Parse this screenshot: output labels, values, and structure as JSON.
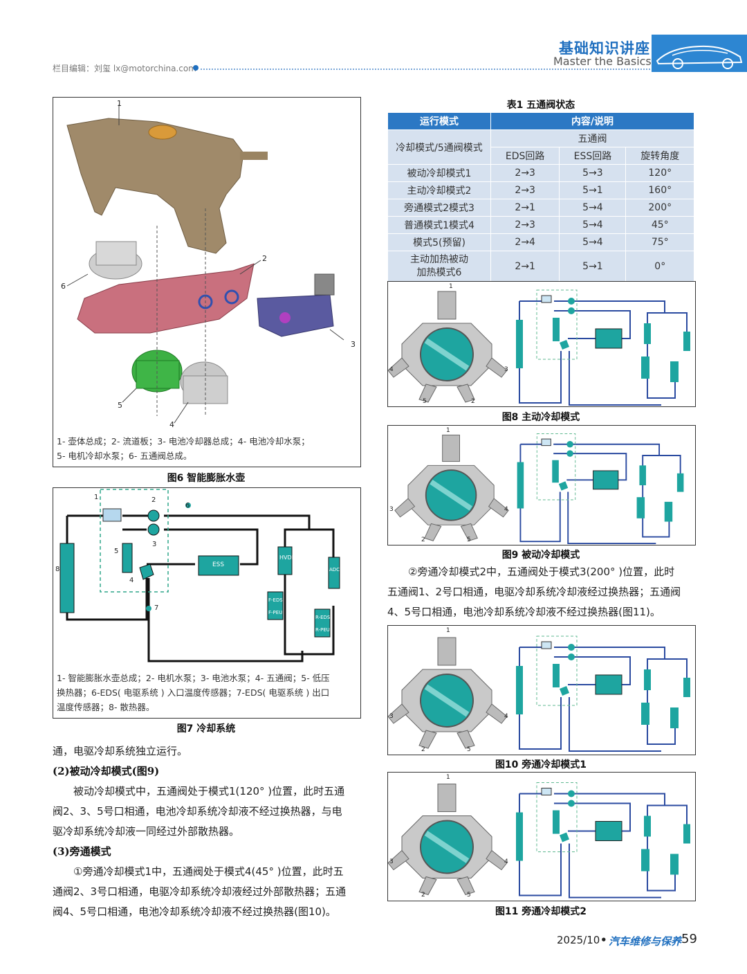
{
  "header": {
    "editor": "栏目编辑：刘玺  lx@motorchina.com",
    "column_cn": "基础知识讲座",
    "column_en": "Master the Basics"
  },
  "fig6": {
    "labels": [
      "1",
      "2",
      "3",
      "4",
      "5",
      "6"
    ],
    "note_line1": "1- 壶体总成；2- 流道板；3- 电池冷却器总成；4- 电池冷却水泵；",
    "note_line2": "5- 电机冷却水泵；6- 五通阀总成。",
    "caption": "图6 智能膨胀水壶"
  },
  "fig7": {
    "labels": [
      "1",
      "2",
      "3",
      "4",
      "5",
      "6",
      "7",
      "8"
    ],
    "ess": "ESS",
    "hvdi": "HVDI",
    "adc": "ADC",
    "feds": "F-EDS",
    "fpeu": "F-PEU",
    "reds": "R-EDS",
    "rpeu": "R-PEU",
    "note_line1": "1- 智能膨胀水壶总成；2- 电机水泵；3- 电池水泵；4- 五通阀；5- 低压",
    "note_line2": "换热器；6-EDS( 电驱系统 ) 入口温度传感器；7-EDS( 电驱系统 ) 出口",
    "note_line3": "温度传感器；8- 散热器。",
    "caption": "图7 冷却系统"
  },
  "left_text": {
    "p1": "通，电驱冷却系统独立运行。",
    "h2": "(2)被动冷却模式(图9)",
    "p2_l1": "被动冷却模式中，五通阀处于模式1(120° )位置，此时五通",
    "p2_l2": "阀2、3、5号口相通，电池冷却系统冷却液不经过换热器，与电",
    "p2_l3": "驱冷却系统冷却液一同经过外部散热器。",
    "h3": "(3)旁通模式",
    "p3_l1": "①旁通冷却模式1中，五通阀处于模式4(45° )位置，此时五",
    "p3_l2": "通阀2、3号口相通，电驱冷却系统冷却液经过外部散热器；五通",
    "p3_l3": "阀4、5号口相通，电池冷却系统冷却液不经过换热器(图10)。"
  },
  "table": {
    "title": "表1 五通阀状态",
    "h_mode": "运行模式",
    "h_content": "内容/说明",
    "sub_mode": "冷却模式/5通阀模式",
    "sub_valve": "五通阀",
    "col_eds": "EDS回路",
    "col_ess": "ESS回路",
    "col_angle": "旋转角度",
    "rows": [
      {
        "mode": "被动冷却模式1",
        "eds": "2→3",
        "ess": "5→3",
        "angle": "120°"
      },
      {
        "mode": "主动冷却模式2",
        "eds": "2→3",
        "ess": "5→1",
        "angle": "160°"
      },
      {
        "mode": "旁通模式2模式3",
        "eds": "2→1",
        "ess": "5→4",
        "angle": "200°"
      },
      {
        "mode": "普通模式1模式4",
        "eds": "2→3",
        "ess": "5→4",
        "angle": "45°"
      },
      {
        "mode": "模式5(预留)",
        "eds": "2→4",
        "ess": "5→4",
        "angle": "75°"
      },
      {
        "mode": "主动加热被动",
        "mode2": "加热模式6",
        "eds": "2→1",
        "ess": "5→1",
        "angle": "0°"
      }
    ]
  },
  "fig8": {
    "caption": "图8 主动冷却模式",
    "labels": [
      "1",
      "2",
      "3",
      "4",
      "5"
    ]
  },
  "fig9": {
    "caption": "图9 被动冷却模式",
    "labels": [
      "1",
      "2",
      "3",
      "4",
      "5"
    ]
  },
  "right_text": {
    "p_l1": "②旁通冷却模式2中，五通阀处于模式3(200° )位置，此时",
    "p_l2": "五通阀1、2号口相通，电驱冷却系统冷却液经过换热器；五通阀",
    "p_l3": "4、5号口相通，电池冷却系统冷却液不经过换热器(图11)。"
  },
  "fig10": {
    "caption": "图10 旁通冷却模式1",
    "labels": [
      "1",
      "2",
      "3",
      "4",
      "5"
    ]
  },
  "fig11": {
    "caption": "图11 旁通冷却模式2",
    "labels": [
      "1",
      "2",
      "3",
      "4",
      "5"
    ]
  },
  "footer": {
    "issue": "2025/10",
    "magazine": "汽车维修与保养",
    "page": "59"
  },
  "colors": {
    "accent": "#1f6fbf",
    "teal": "#1ea5a0",
    "pipe": "#2a4aa0"
  }
}
